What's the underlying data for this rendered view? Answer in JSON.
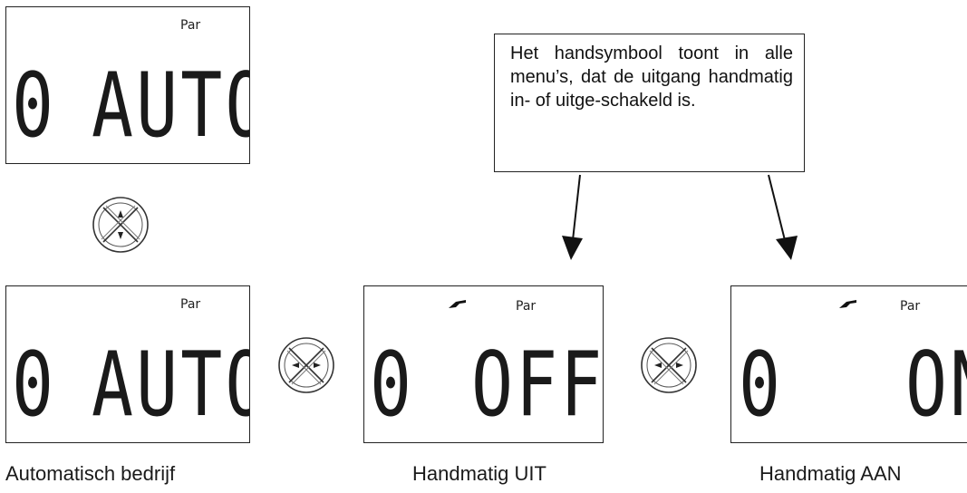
{
  "note": {
    "text": "Het handsymbool toont in alle menu’s, dat de uitgang handmatig in- of uitge-schakeld is."
  },
  "displays": [
    {
      "par_label": "Par",
      "number": "0",
      "value": "AUTO",
      "show_hand": false
    },
    {
      "par_label": "Par",
      "number": "0",
      "value": "AUTO",
      "show_hand": false
    },
    {
      "par_label": "Par",
      "number": "0",
      "value": "OFF",
      "show_hand": true
    },
    {
      "par_label": "Par",
      "number": "0",
      "value": "ON",
      "show_hand": true
    }
  ],
  "buttons": [
    {
      "icon": "up-down-navigation-icon"
    },
    {
      "icon": "left-right-navigation-icon"
    },
    {
      "icon": "left-right-navigation-icon"
    }
  ],
  "captions": [
    "Automatisch bedrijf",
    "Handmatig UIT",
    "Handmatig AAN"
  ],
  "colors": {
    "ink": "#1a1a1a",
    "background": "#ffffff"
  }
}
